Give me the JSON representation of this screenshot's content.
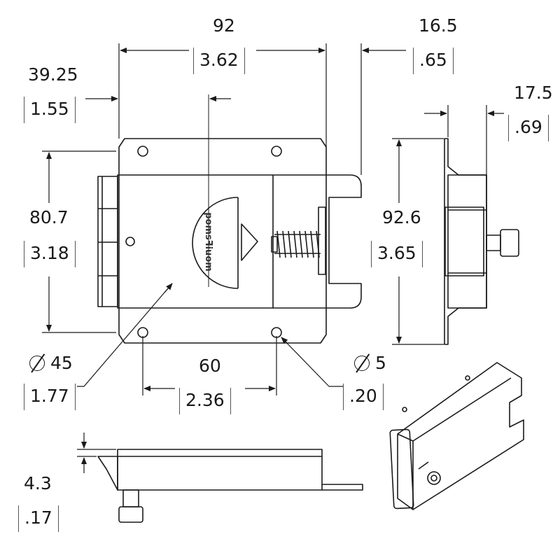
{
  "dimensions": {
    "overall_width": {
      "mm": "92",
      "inch": "3.62"
    },
    "bolt_throw": {
      "mm": "16.5",
      "inch": ".65"
    },
    "key_offset": {
      "mm": "39.25",
      "inch": "1.55"
    },
    "side_depth": {
      "mm": "17.5",
      "inch": ".69"
    },
    "body_height": {
      "mm": "80.7",
      "inch": "3.18"
    },
    "plate_height": {
      "mm": "92.6",
      "inch": "3.65"
    },
    "cylinder_diameter": {
      "mm": "45",
      "inch": "1.77"
    },
    "hole_spacing": {
      "mm": "60",
      "inch": "2.36"
    },
    "hole_diameter": {
      "mm": "5",
      "inch": ".20"
    },
    "bottom_offset": {
      "mm": "4.3",
      "inch": ".17"
    }
  },
  "brand_text": "pomsꟻiuom"
}
